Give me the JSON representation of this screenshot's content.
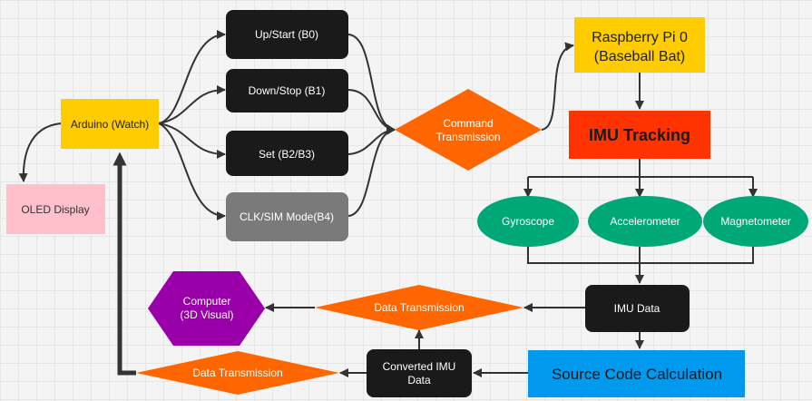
{
  "nodes": {
    "arduino": "Arduino (Watch)",
    "oled": "OLED Display",
    "up_start": "Up/Start (B0)",
    "down_stop": "Down/Stop (B1)",
    "set": "Set (B2/B3)",
    "clk_sim": "CLK/SIM Mode(B4)",
    "command_tx": [
      "Command",
      "Transmission"
    ],
    "raspberry": [
      "Raspberry Pi 0",
      "(Baseball Bat)"
    ],
    "imu_tracking": "IMU Tracking",
    "gyroscope": "Gyroscope",
    "accelerometer": "Accelerometer",
    "magnetometer": "Magnetometer",
    "imu_data": "IMU Data",
    "source_calc": "Source Code Calculation",
    "converted_imu": [
      "Converted IMU",
      "Data"
    ],
    "data_tx_upper": "Data Transmission",
    "data_tx_lower": "Data Transmission",
    "computer": [
      "Computer",
      "(3D Visual)"
    ]
  },
  "colors": {
    "yellow": "#ffcc00",
    "orange": "#ff6600",
    "red_orange": "#ff3300",
    "black": "#1a1a1a",
    "gray": "#7a7a7a",
    "pink": "#ffc0cb",
    "green": "#00a878",
    "blue": "#0099ee",
    "purple": "#9900aa"
  }
}
